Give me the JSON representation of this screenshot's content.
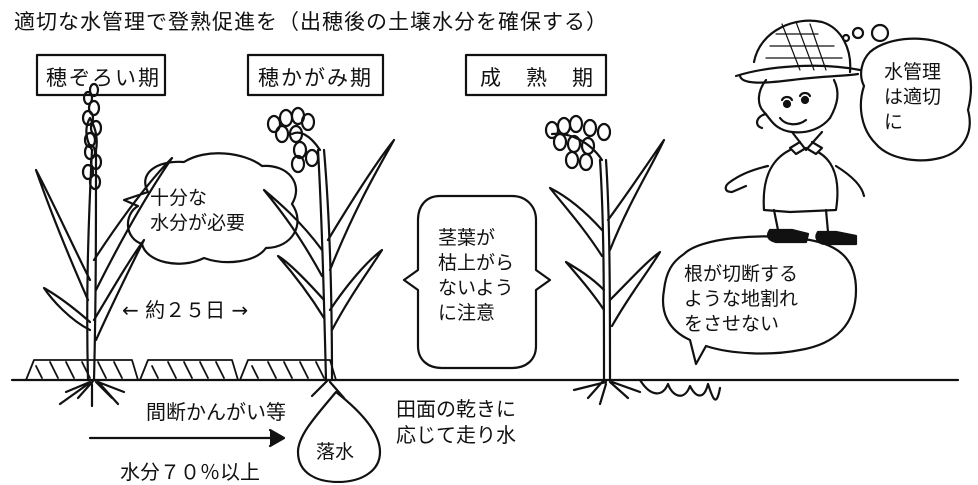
{
  "title": "適切な水管理で登熟促進を（出穂後の土壌水分を確保する）",
  "stages": {
    "heading": "穂ぞろい期",
    "drooping": "穂かがみ期",
    "ripening": "成　熟　期"
  },
  "bubbles": {
    "water_needed": "十分な\n水分が必要",
    "leaves": "茎葉が\n枯上がら\nないよう\nに注意",
    "cracks": "根が切断する\nような地割れ\nをさせない",
    "farmer": "水管理\nは適切\nに",
    "drain": "落水"
  },
  "notes": {
    "interval": "← 約２５日 →",
    "intermittent": "間断かんがい等",
    "moisture": "水分７０％以上",
    "flush": "田面の乾きに\n応じて走り水"
  }
}
